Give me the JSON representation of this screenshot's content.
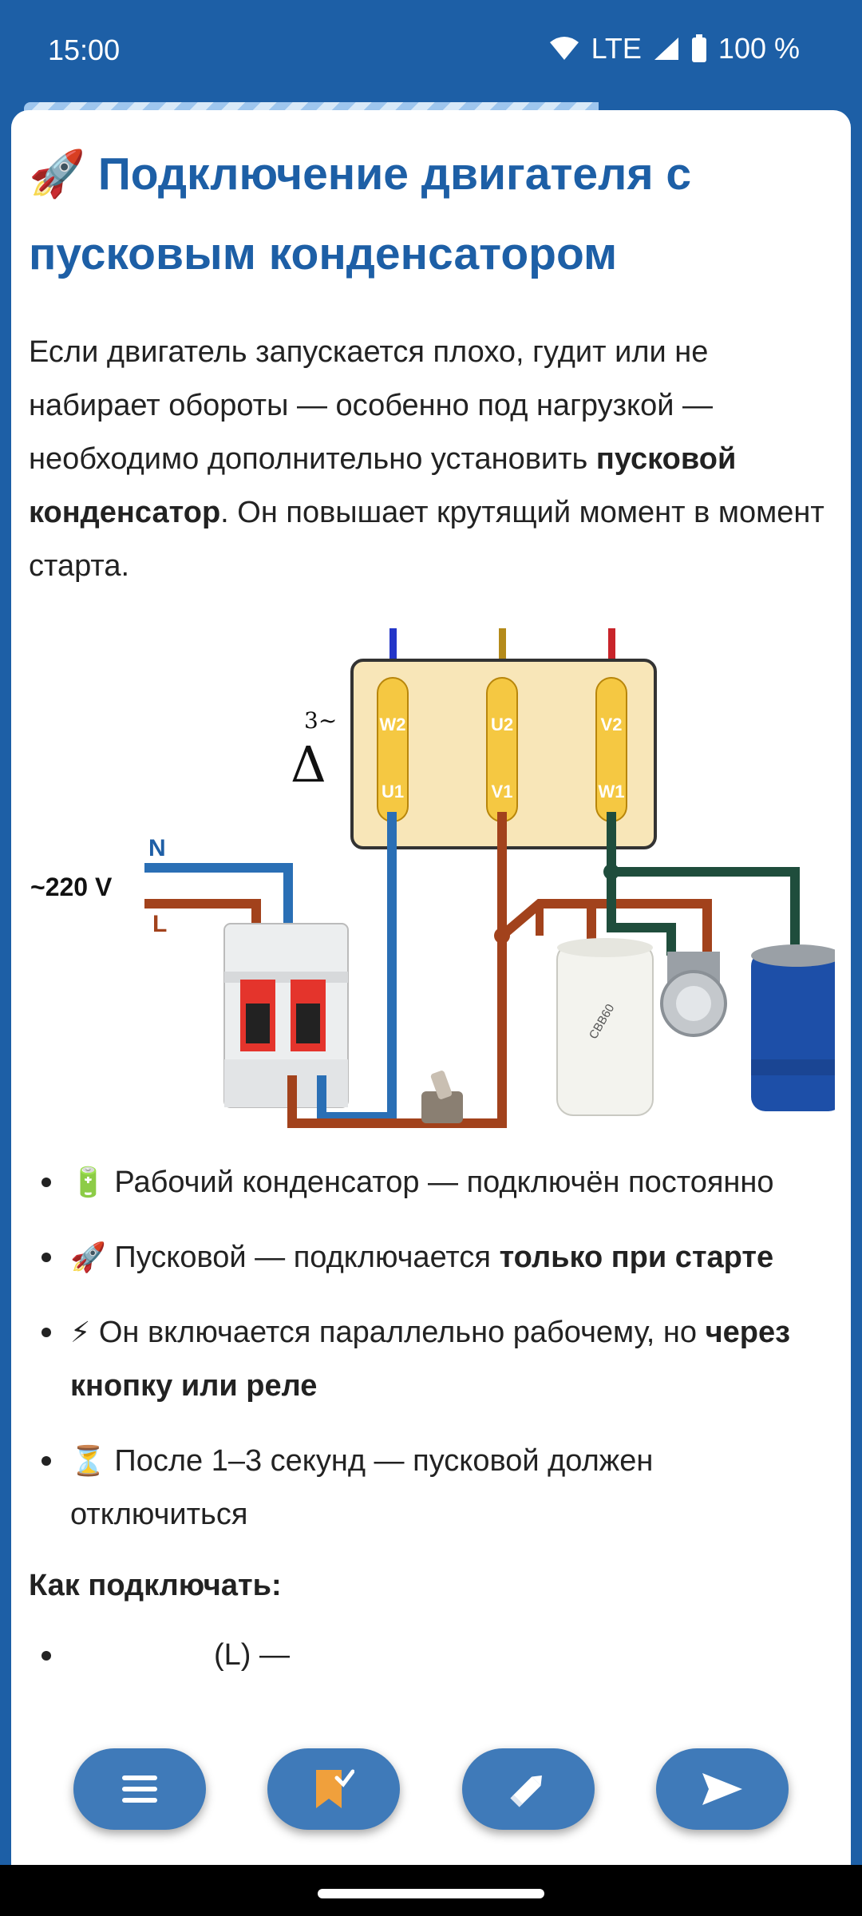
{
  "status_bar": {
    "time": "15:00",
    "network": "LTE",
    "battery": "100 %"
  },
  "article": {
    "title_emoji": "🚀",
    "title": "Подключение двигателя с пусковым конденсатором",
    "paragraph": {
      "part1": "Если двигатель запускается плохо, гудит или не набирает обороты — особенно под нагрузкой — необходимо дополнительно установить ",
      "bold1": "пусковой конденсатор",
      "part2": ". Он повышает крутящий момент в момент старта."
    },
    "diagram": {
      "voltage_label": "~220 V",
      "neutral_label": "N",
      "line_label": "L",
      "symbol_top": "3~",
      "symbol_delta": "Δ",
      "terminals_top": [
        "W2",
        "U2",
        "V2"
      ],
      "terminals_bottom": [
        "U1",
        "V1",
        "W1"
      ],
      "capacitor_text": "CBB60"
    },
    "bullets": [
      {
        "emoji": "🔋",
        "text": " Рабочий конденсатор — подключён постоянно",
        "bold": ""
      },
      {
        "emoji": "🚀",
        "text": " Пусковой — подключается ",
        "bold": "только при старте"
      },
      {
        "emoji": "⚡",
        "text": " Он включается параллельно рабочему, но ",
        "bold": "через кнопку или реле"
      },
      {
        "emoji": "⏳",
        "text": " После 1–3 секунд — пусковой должен отключиться",
        "bold": ""
      }
    ],
    "howto_heading": "Как подключать:",
    "partial_item": "(L) —"
  },
  "fab_buttons": [
    {
      "name": "menu",
      "icon": "menu-icon"
    },
    {
      "name": "bookmark",
      "icon": "bookmark-icon"
    },
    {
      "name": "edit",
      "icon": "pencil-icon"
    },
    {
      "name": "send",
      "icon": "send-icon"
    }
  ],
  "colors": {
    "brand_blue": "#1d5fa6",
    "fab_blue": "#3f7ab9",
    "wire_blue": "#2a6fb5",
    "wire_brown": "#a2421c",
    "wire_green": "#1f4d3c"
  }
}
